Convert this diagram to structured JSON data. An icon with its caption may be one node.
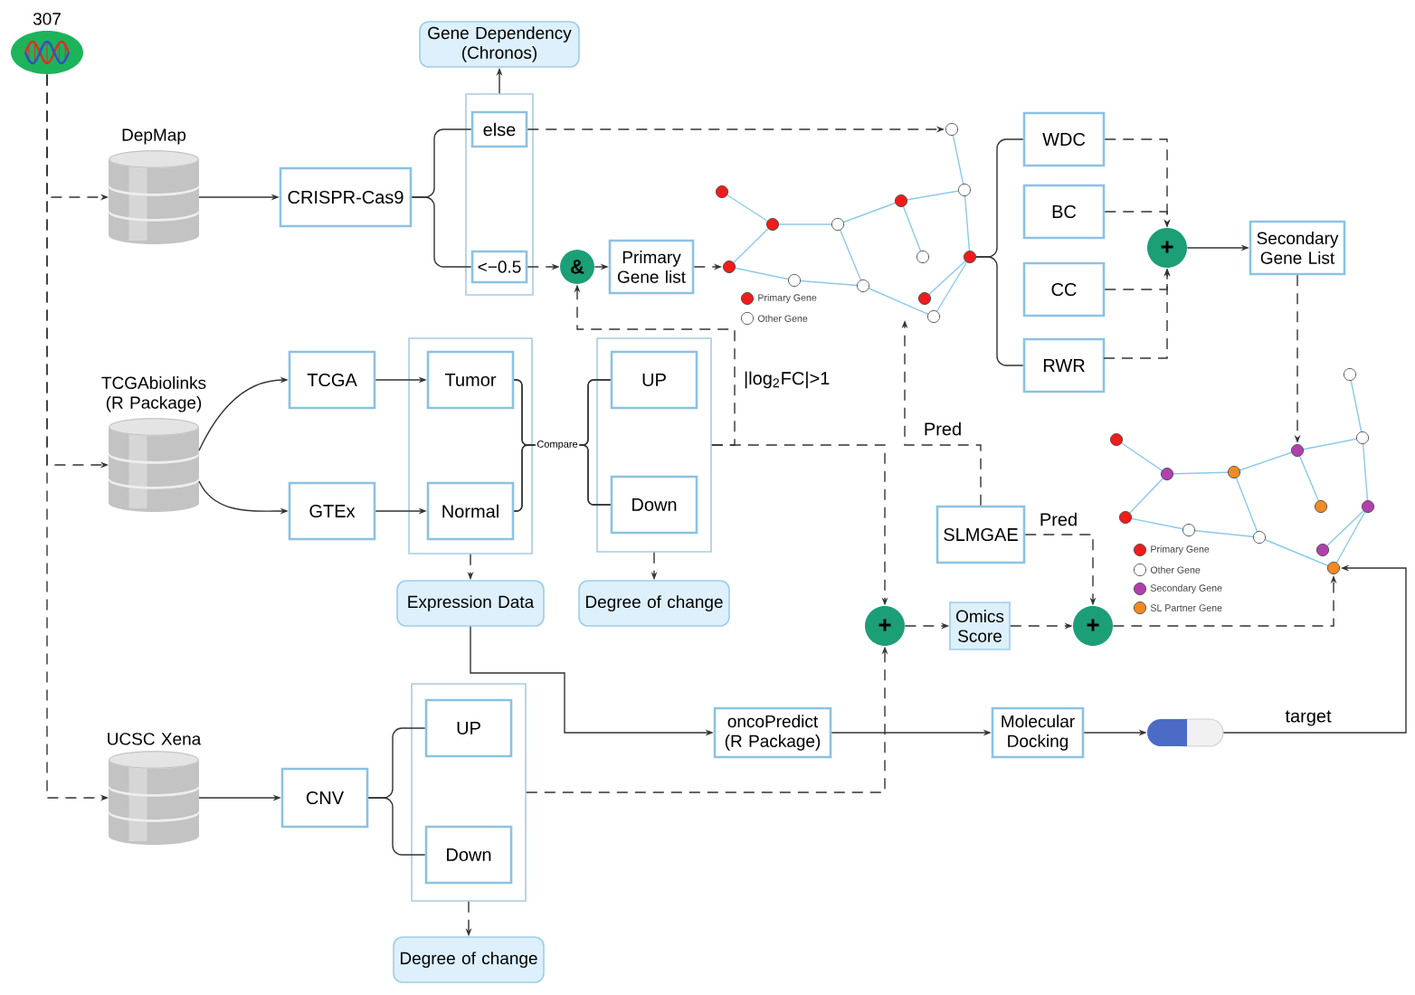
{
  "diagram": {
    "nodes": [
      {
        "text": [
          "307"
        ]
      },
      {
        "text": [
          "Gene Dependency (Chronos)"
        ]
      },
      {
        "text": [
          "DepMap"
        ]
      },
      {
        "text": [
          "CRISPR-Cas9"
        ]
      },
      {
        "text": [],
        "shape": "box"
      },
      {
        "text": [
          "else"
        ],
        "in": 4
      },
      {
        "text": [
          "<−0.5"
        ],
        "in": 4
      },
      {
        "text": [
          "&"
        ]
      },
      {
        "text": [
          "Primary Gene list"
        ]
      },
      {
        "text": [],
        "shape": "network"
      },
      {
        "text": [
          "WDC"
        ]
      },
      {
        "text": [
          "BC"
        ]
      },
      {
        "text": [
          "CC"
        ]
      },
      {
        "text": [
          "RWR"
        ]
      },
      {
        "text": [
          "+"
        ]
      },
      {
        "text": [
          "Secondary Gene List"
        ]
      },
      {
        "text": [
          "TCGAbiolinks (R Package)"
        ]
      },
      {
        "text": [
          "TCGA"
        ]
      },
      {
        "text": [],
        "shape": "box"
      },
      {
        "text": [
          "Tumor"
        ],
        "in": 18
      },
      {
        "text": [],
        "shape": "box"
      },
      {
        "text": [
          "UP"
        ],
        "in": 20
      },
      {
        "text": [
          "GTEx"
        ]
      },
      {
        "text": [
          "Normal"
        ],
        "in": 18
      },
      {
        "text": [
          "Down"
        ],
        "in": 20
      },
      {
        "text": [],
        "shape": "network"
      },
      {
        "text": [
          "SLMGAE"
        ]
      },
      {
        "text": [
          "Expression Data"
        ]
      },
      {
        "text": [
          "Degree of change"
        ]
      },
      {
        "text": [
          "+"
        ]
      },
      {
        "text": [
          "Omics Score"
        ]
      },
      {
        "text": [
          "+"
        ]
      },
      {
        "text": [
          "UCSC Xena"
        ]
      },
      {
        "text": [
          "CNV"
        ]
      },
      {
        "text": [],
        "shape": "box"
      },
      {
        "text": [
          "UP"
        ],
        "in": 34
      },
      {
        "text": [
          "Down"
        ],
        "in": 34
      },
      {
        "text": [
          "oncoPredict (R Package)"
        ]
      },
      {
        "text": [
          "Molecular Docking"
        ]
      },
      {
        "text": [],
        "shape": "pill"
      },
      {
        "text": [
          "Degree of change"
        ]
      }
    ],
    "edges": [
      {
        "from": 0,
        "to": 2,
        "arrow": "to",
        "style": "dashed"
      },
      {
        "from": 0,
        "to": 16,
        "arrow": "to",
        "style": "dashed"
      },
      {
        "from": 0,
        "to": 32,
        "arrow": "to",
        "style": "dashed"
      },
      {
        "from": 2,
        "to": 3,
        "arrow": "to"
      },
      {
        "from": 3,
        "to": 5,
        "arrow": "none"
      },
      {
        "from": 3,
        "to": 6,
        "arrow": "none"
      },
      {
        "from": 4,
        "to": 1,
        "arrow": "to"
      },
      {
        "from": 5,
        "to": 9,
        "arrow": "to",
        "style": "dashed"
      },
      {
        "from": 6,
        "to": 7,
        "arrow": "to",
        "style": "dashed"
      },
      {
        "from": 7,
        "to": 8,
        "arrow": "to"
      },
      {
        "from": 8,
        "to": 9,
        "arrow": "to",
        "style": "dashed"
      },
      {
        "from": 9,
        "to": 10,
        "arrow": "none"
      },
      {
        "from": 9,
        "to": 13,
        "arrow": "none"
      },
      {
        "from": 10,
        "to": 14,
        "arrow": "to",
        "style": "dashed"
      },
      {
        "from": 11,
        "to": 14,
        "arrow": "to",
        "style": "dashed"
      },
      {
        "from": 12,
        "to": 14,
        "arrow": "to",
        "style": "dashed"
      },
      {
        "from": 13,
        "to": 14,
        "arrow": "to",
        "style": "dashed"
      },
      {
        "from": 14,
        "to": 15,
        "arrow": "to"
      },
      {
        "from": 15,
        "to": 25,
        "arrow": "to",
        "style": "dashed"
      },
      {
        "from": 16,
        "to": 17,
        "arrow": "to"
      },
      {
        "from": 16,
        "to": 22,
        "arrow": "to"
      },
      {
        "from": 17,
        "to": 19,
        "arrow": "to"
      },
      {
        "from": 22,
        "to": 23,
        "arrow": "to"
      },
      {
        "from": 19,
        "to": 21,
        "arrow": "none",
        "label": "Compare"
      },
      {
        "from": 19,
        "to": 24,
        "arrow": "none"
      },
      {
        "from": 23,
        "to": 21,
        "arrow": "none"
      },
      {
        "from": 23,
        "to": 24,
        "arrow": "none"
      },
      {
        "from": 20,
        "to": 7,
        "arrow": "to",
        "style": "dashed",
        "label": "|log$_{2}$FC|>1"
      },
      {
        "from": 20,
        "to": 29,
        "arrow": "to",
        "style": "dashed"
      },
      {
        "from": 26,
        "to": 9,
        "arrow": "to",
        "style": "dashed",
        "label": "Pred"
      },
      {
        "from": 26,
        "to": 31,
        "arrow": "to",
        "style": "dashed",
        "label": "Pred"
      },
      {
        "from": 18,
        "to": 27,
        "arrow": "to",
        "style": "dashed"
      },
      {
        "from": 20,
        "to": 28,
        "arrow": "to",
        "style": "dashed"
      },
      {
        "from": 27,
        "to": 37,
        "arrow": "to"
      },
      {
        "from": 29,
        "to": 30,
        "arrow": "to",
        "style": "dashed"
      },
      {
        "from": 30,
        "to": 31,
        "arrow": "to",
        "style": "dashed"
      },
      {
        "from": 31,
        "to": 25,
        "arrow": "to",
        "style": "dashed"
      },
      {
        "from": 32,
        "to": 33,
        "arrow": "to"
      },
      {
        "from": 33,
        "to": 35,
        "arrow": "none"
      },
      {
        "from": 33,
        "to": 36,
        "arrow": "none"
      },
      {
        "from": 34,
        "to": 40,
        "arrow": "to",
        "style": "dashed"
      },
      {
        "from": 34,
        "to": 29,
        "arrow": "to",
        "style": "dashed"
      },
      {
        "from": 37,
        "to": 38,
        "arrow": "to"
      },
      {
        "from": 38,
        "to": 39,
        "arrow": "to"
      },
      {
        "from": 39,
        "to": 25,
        "arrow": "to",
        "label": "target"
      }
    ],
    "legend": [
      {
        "text": "Primary Gene",
        "color": "#ee1c1c"
      },
      {
        "text": "Other Gene",
        "color": "#ffffff"
      },
      {
        "text": "Primary Gene",
        "color": "#ee1c1c"
      },
      {
        "text": "Other Gene",
        "color": "#ffffff"
      },
      {
        "text": "Secondary Gene",
        "color": "#b040ac"
      },
      {
        "text": "SL Partner Gene",
        "color": "#f08a24"
      }
    ]
  }
}
